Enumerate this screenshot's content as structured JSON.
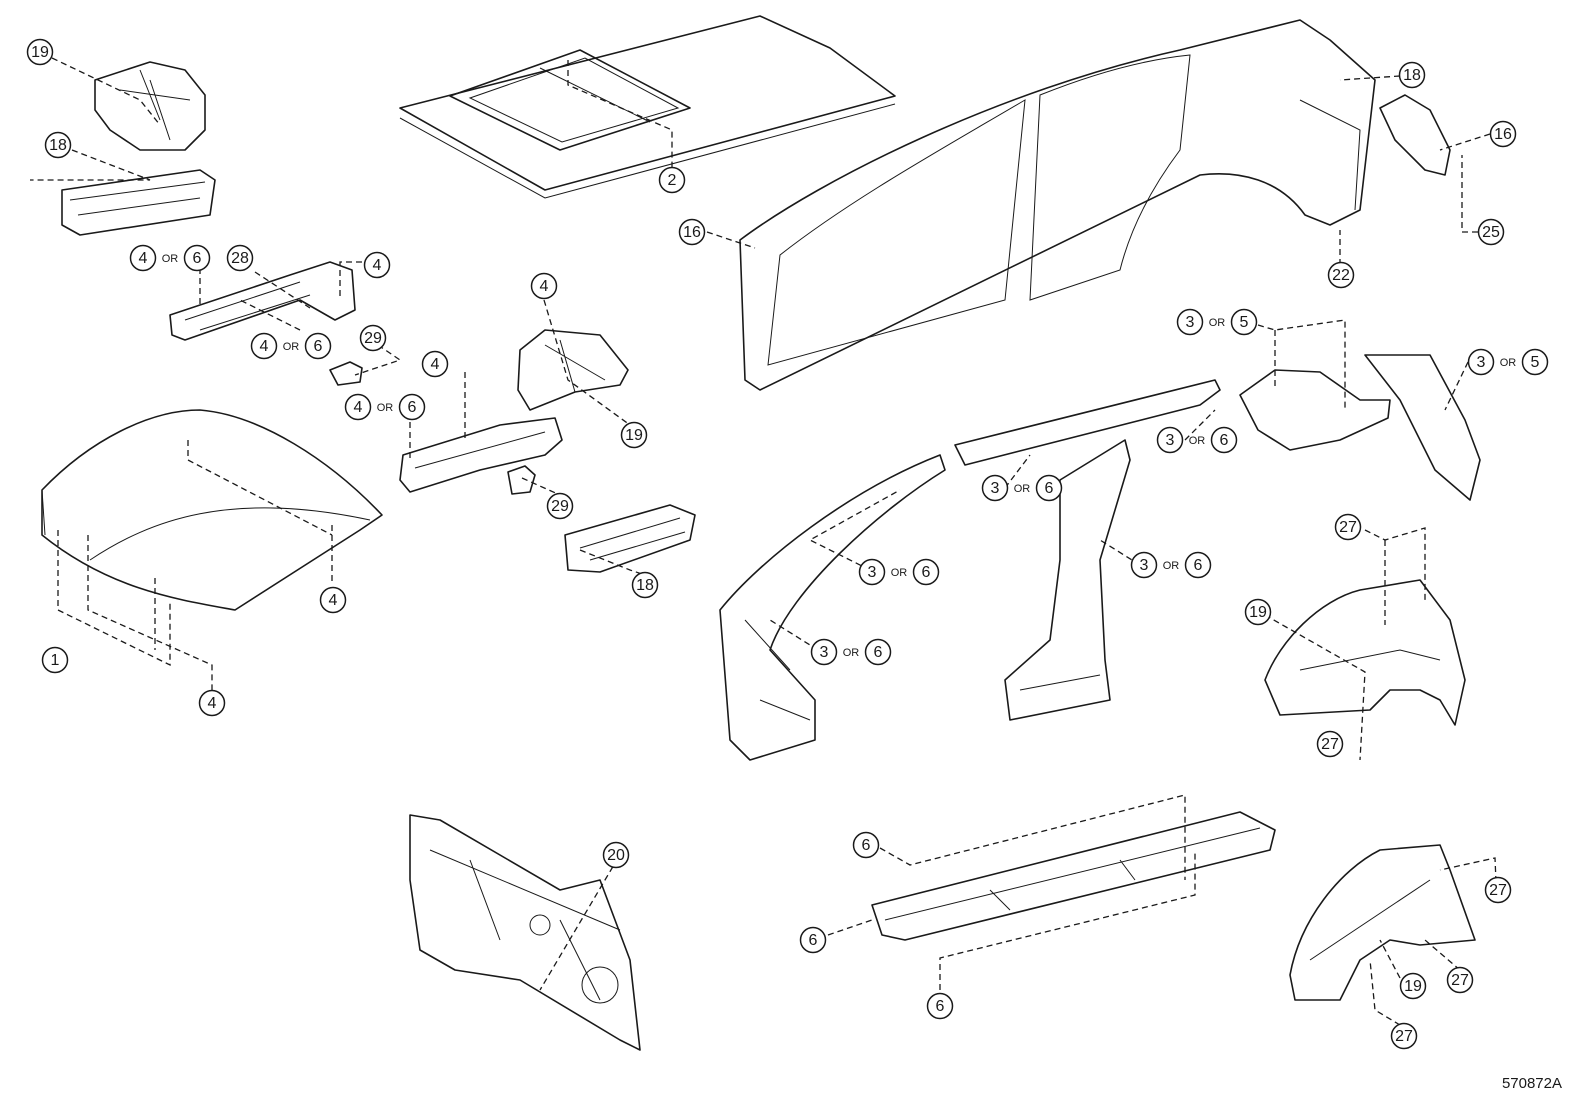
{
  "diagram": {
    "code": "570872A",
    "or_word": "OR",
    "callouts": [
      {
        "id": "c19-a",
        "label": "19"
      },
      {
        "id": "c18-a",
        "label": "18"
      },
      {
        "id": "c4or6-a",
        "label": "4",
        "alt": "6"
      },
      {
        "id": "c28",
        "label": "28"
      },
      {
        "id": "c4-a",
        "label": "4"
      },
      {
        "id": "c4or6-b",
        "label": "4",
        "alt": "6"
      },
      {
        "id": "c29-a",
        "label": "29"
      },
      {
        "id": "c2",
        "label": "2"
      },
      {
        "id": "c4-b",
        "label": "4"
      },
      {
        "id": "c4-c",
        "label": "4"
      },
      {
        "id": "c4or6-c",
        "label": "4",
        "alt": "6"
      },
      {
        "id": "c19-b",
        "label": "19"
      },
      {
        "id": "c29-b",
        "label": "29"
      },
      {
        "id": "c18-b",
        "label": "18"
      },
      {
        "id": "c4-d",
        "label": "4"
      },
      {
        "id": "c1",
        "label": "1"
      },
      {
        "id": "c4-e",
        "label": "4"
      },
      {
        "id": "c16-a",
        "label": "16"
      },
      {
        "id": "c18-c",
        "label": "18"
      },
      {
        "id": "c16-b",
        "label": "16"
      },
      {
        "id": "c25",
        "label": "25"
      },
      {
        "id": "c22",
        "label": "22"
      },
      {
        "id": "c3or5-a",
        "label": "3",
        "alt": "5"
      },
      {
        "id": "c3or5-b",
        "label": "3",
        "alt": "5"
      },
      {
        "id": "c3or6-a",
        "label": "3",
        "alt": "6"
      },
      {
        "id": "c3or6-b",
        "label": "3",
        "alt": "6"
      },
      {
        "id": "c3or6-c",
        "label": "3",
        "alt": "6"
      },
      {
        "id": "c3or6-d",
        "label": "3",
        "alt": "6"
      },
      {
        "id": "c3or6-e",
        "label": "3",
        "alt": "6"
      },
      {
        "id": "c27-a",
        "label": "27"
      },
      {
        "id": "c19-c",
        "label": "19"
      },
      {
        "id": "c27-b",
        "label": "27"
      },
      {
        "id": "c20",
        "label": "20"
      },
      {
        "id": "c6-a",
        "label": "6"
      },
      {
        "id": "c6-b",
        "label": "6"
      },
      {
        "id": "c6-c",
        "label": "6"
      },
      {
        "id": "c27-c",
        "label": "27"
      },
      {
        "id": "c27-d",
        "label": "27"
      },
      {
        "id": "c19-d",
        "label": "19"
      },
      {
        "id": "c27-e",
        "label": "27"
      }
    ]
  }
}
